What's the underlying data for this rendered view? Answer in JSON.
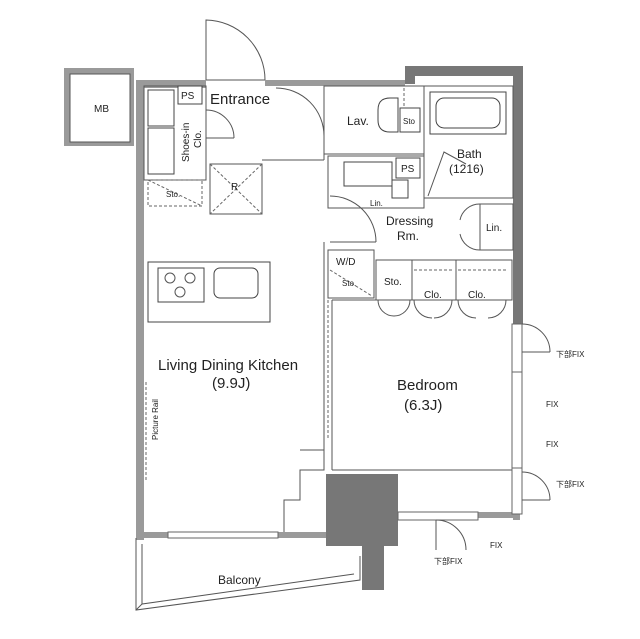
{
  "labels": {
    "mb": "MB",
    "ps_top": "PS",
    "entrance": "Entrance",
    "shoes_in": "Shoes-in",
    "clo_shoes": "Clo.",
    "sto_entry": "Sto.",
    "r": "R",
    "lav": "Lav.",
    "sto_lav": "Sto",
    "bath": "Bath",
    "bath_size": "(1216)",
    "ps_mid": "PS",
    "lin_small": "Lin.",
    "dressing": "Dressing",
    "dressing_rm": "Rm.",
    "lin_right": "Lin.",
    "wd": "W/D",
    "sto_wd": "Sto.",
    "sto_bed": "Sto.",
    "clo_1": "Clo.",
    "clo_2": "Clo.",
    "ldk": "Living Dining Kitchen",
    "ldk_size": "(9.9J)",
    "bedroom": "Bedroom",
    "bedroom_size": "(6.3J)",
    "picture_rail": "Picture Rail",
    "balcony": "Balcony",
    "fix_low_1": "下部FIX",
    "fix_1": "FIX",
    "fix_2": "FIX",
    "fix_low_2": "下部FIX",
    "fix_bottom": "FIX",
    "fix_low_bottom": "下部FIX"
  },
  "colors": {
    "wall": "#9a9a9a",
    "column": "#777777",
    "line": "#555555"
  }
}
